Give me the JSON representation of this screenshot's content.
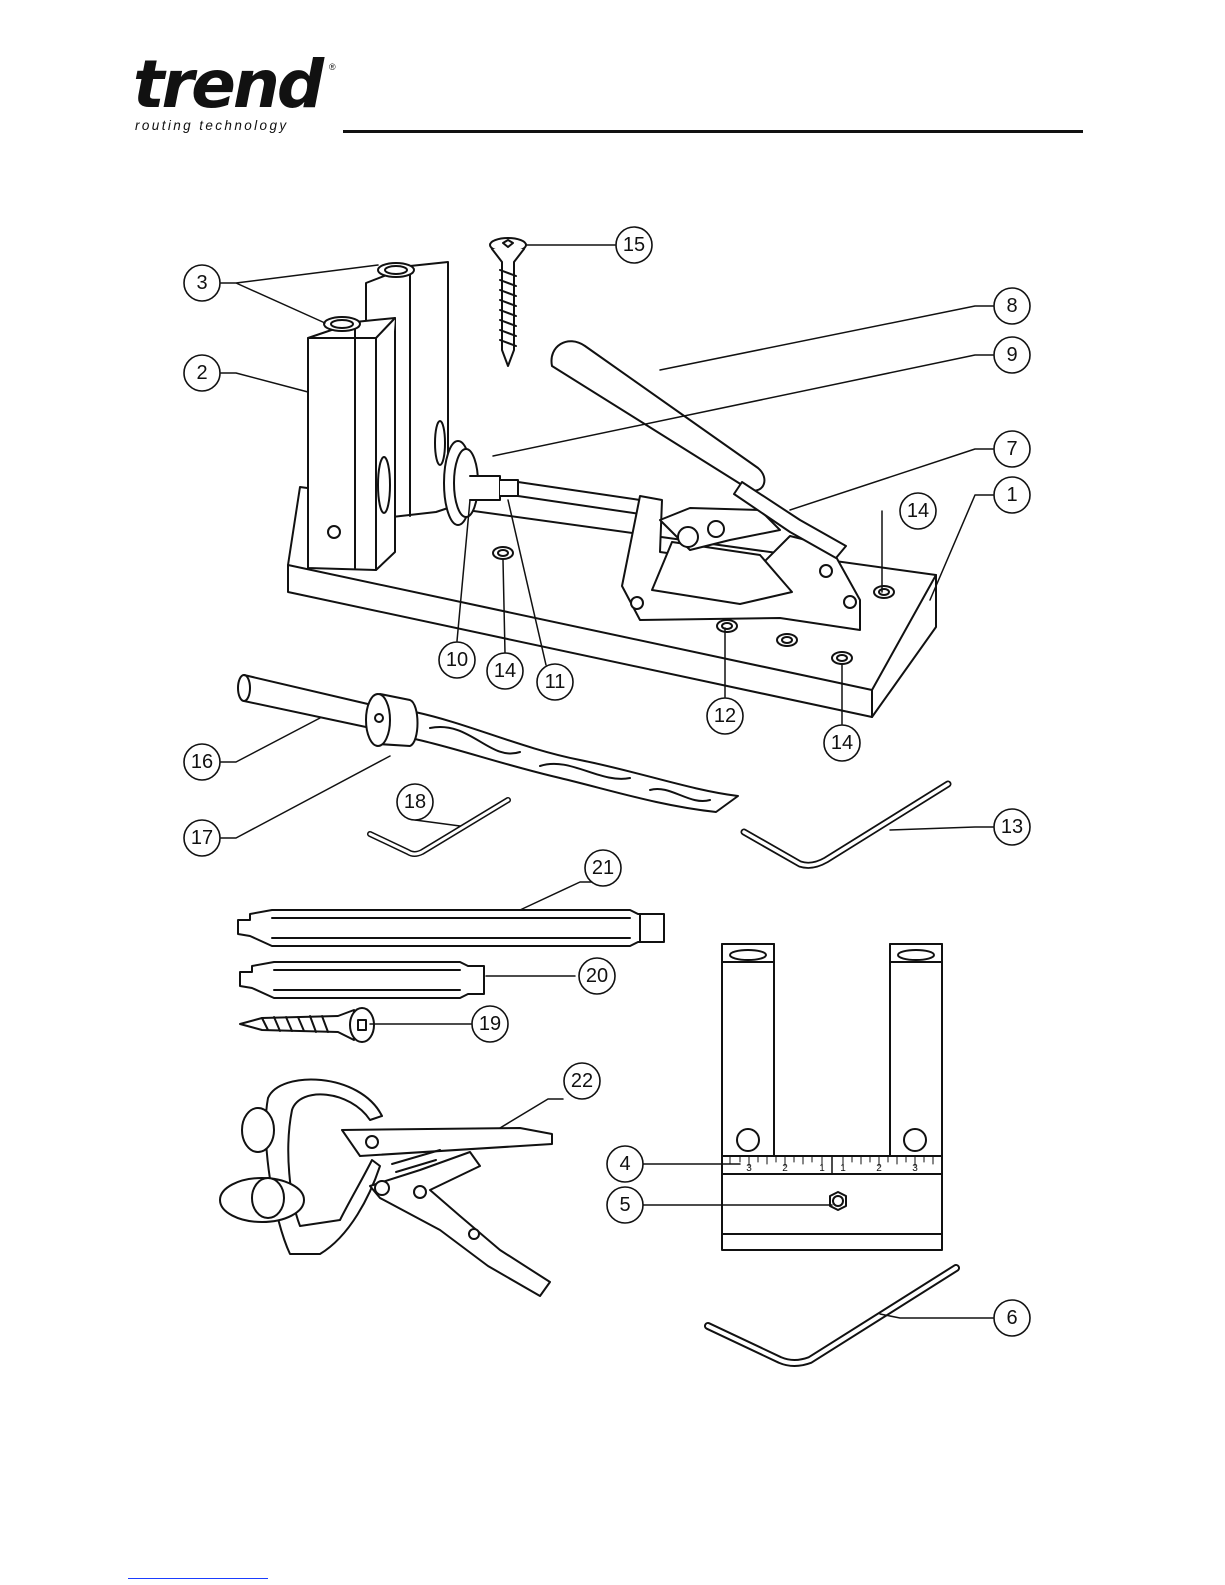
{
  "brand": {
    "name": "trend",
    "registered_mark": "®",
    "tagline": "routing technology"
  },
  "diagram": {
    "callouts": [
      "1",
      "2",
      "3",
      "4",
      "5",
      "6",
      "7",
      "8",
      "9",
      "10",
      "11",
      "12",
      "13",
      "14",
      "15",
      "16",
      "17",
      "18",
      "19",
      "20",
      "21",
      "22"
    ],
    "scale_ticks_left": [
      "3",
      "2",
      "1"
    ],
    "scale_ticks_right": [
      "1",
      "2",
      "3"
    ]
  }
}
